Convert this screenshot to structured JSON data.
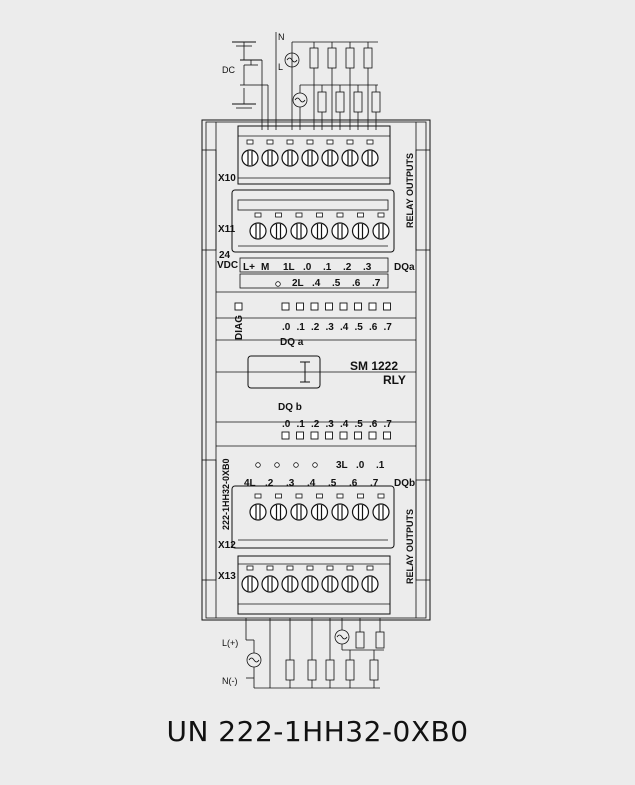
{
  "caption": "UN 222-1HH32-0XB0",
  "module": {
    "name": "SM 1222",
    "type": "RLY"
  },
  "labels": {
    "x10": "X10",
    "x11": "X11",
    "x12": "X12",
    "x13": "X13",
    "v24": "24",
    "vdc": "VDC",
    "lplus": "L+",
    "m": "M",
    "diag": "DIAG",
    "dqa": "DQa",
    "dqa_spaced": "DQ a",
    "dqb": "DQb",
    "dqb_spaced": "DQ b",
    "relay_outputs": "RELAY OUTPUTS",
    "side_part": "222-1HH32-0XB0",
    "dc": "DC",
    "n_top": "N",
    "l_top": "L",
    "l_plus_bottom": "L(+)",
    "n_minus_bottom": "N(-)"
  },
  "terminals": {
    "top_row1": [
      "1L",
      ".0",
      ".1",
      ".2",
      ".3"
    ],
    "top_row2": [
      "2L",
      ".4",
      ".5",
      ".6",
      ".7"
    ],
    "led_row": [
      ".0",
      ".1",
      ".2",
      ".3",
      ".4",
      ".5",
      ".6",
      ".7"
    ],
    "bottom_row1": [
      "3L",
      ".0",
      ".1"
    ],
    "bottom_row2": [
      "4L",
      ".2",
      ".3",
      ".4",
      ".5",
      ".6",
      ".7"
    ]
  }
}
